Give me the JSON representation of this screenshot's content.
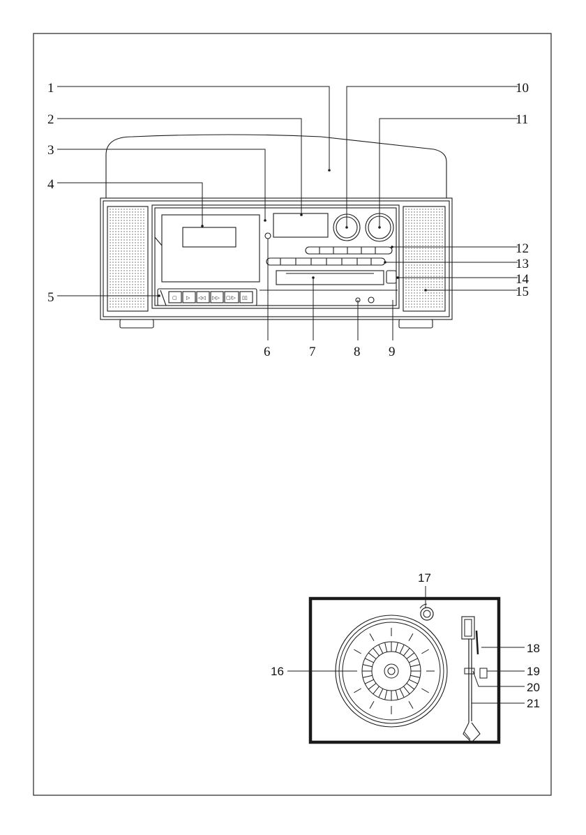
{
  "stereo_labels": [
    "1",
    "2",
    "3",
    "4",
    "5",
    "6",
    "7",
    "8",
    "9",
    "10",
    "11",
    "12",
    "13",
    "14",
    "15"
  ],
  "turntable_labels": [
    "16",
    "17",
    "18",
    "19",
    "20",
    "21"
  ],
  "cassette_button_glyphs": [
    "▢",
    "▷",
    "◁◁",
    "▷▷",
    "▢/▷",
    "▯▯"
  ],
  "colors": {
    "line": "#1a1a1a",
    "frame": "#222222"
  }
}
